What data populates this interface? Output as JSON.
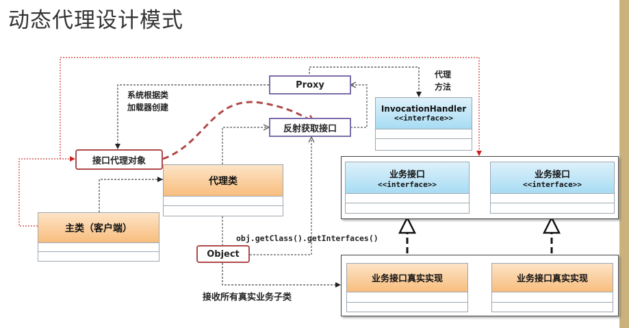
{
  "title": "动态代理设计模式",
  "boxes": {
    "proxy": "Proxy",
    "reflect": "反射获取接口",
    "proxy_object": "接口代理对象",
    "object": "Object",
    "invocation_handler": "InvocationHandler",
    "invocation_stereotype": "<<interface>>",
    "proxy_class": "代理类",
    "main_class": "主类（客户端）",
    "business_interface_1": "业务接口",
    "business_interface_1_stereotype": "<<interface>>",
    "business_interface_2": "业务接口",
    "business_interface_2_stereotype": "<<interface>>",
    "impl_1": "业务接口真实实现",
    "impl_2": "业务接口真实实现"
  },
  "labels": {
    "proxy_method_line1": "代理",
    "proxy_method_line2": "方法",
    "system_create_line1": "系统根据类",
    "system_create_line2": "加载器创建",
    "get_interfaces": "obj.getClass().getInterfaces()",
    "receive_subclasses": "接收所有真实业务子类"
  }
}
